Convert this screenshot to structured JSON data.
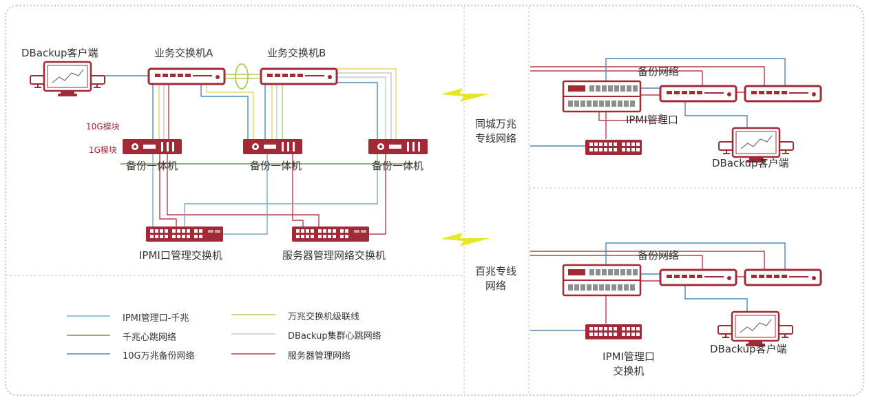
{
  "labels": {
    "dbackup_client": "DBackup客户端",
    "switch_a": "业务交换机A",
    "switch_b": "业务交换机B",
    "module_10g": "10G模块",
    "module_1g": "1G模块",
    "backup_appliance": "备份一体机",
    "ipmi_switch": "IPMI口管理交换机",
    "server_mgmt_switch": "服务器管理网络交换机",
    "same_city_line": "同城万兆专线网络",
    "hundred_mb_line": "百兆专线网络",
    "backup_network": "备份网络",
    "ipmi_port": "IPMI管理口",
    "ipmi_port_switch": "IPMI管理口交换机"
  },
  "legend": [
    {
      "label": "IPMI管理口-千兆",
      "color": "#7aa8cc"
    },
    {
      "label": "千兆心跳网络",
      "color": "#6e9a4a"
    },
    {
      "label": "10G万兆备份网络",
      "color": "#4f86b8"
    },
    {
      "label": "万兆交换机级联线",
      "color": "#b5cc6a"
    },
    {
      "label": "DBackup集群心跳网络",
      "color": "#c8c8c8"
    },
    {
      "label": "服务器管理网络",
      "color": "#b0414d"
    }
  ],
  "colors": {
    "device": "#a12a36",
    "frame": "#cccccc",
    "lightning": "#e8e62a",
    "yellow_line": "#e8d36a"
  }
}
